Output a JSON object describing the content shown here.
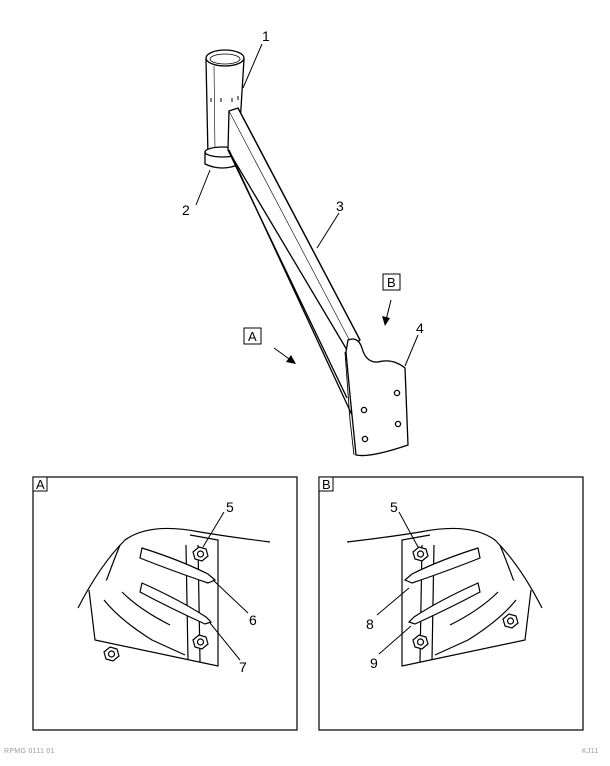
{
  "callouts": {
    "c1": "1",
    "c2": "2",
    "c3": "3",
    "c4": "4"
  },
  "view_labels": {
    "view_a": "A",
    "view_b": "B"
  },
  "detail_a": {
    "label": "A",
    "c5": "5",
    "c6": "6",
    "c7": "7"
  },
  "detail_b": {
    "label": "B",
    "c5": "5",
    "c8": "8",
    "c9": "9"
  },
  "footer": {
    "figure_id": "RPMG 0111 01",
    "page_ref": "KJ11"
  }
}
